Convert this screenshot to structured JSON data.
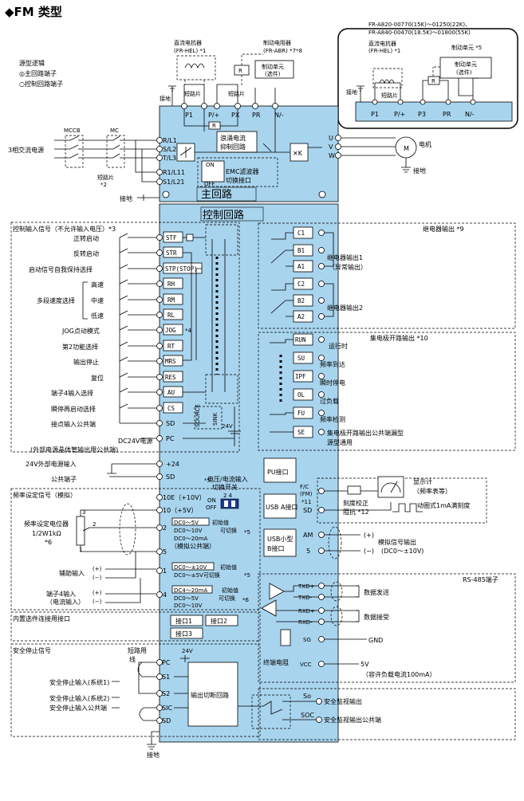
{
  "title": "◆FM 类型",
  "logic": {
    "heading": "源型逻辑",
    "main": "◎主回路端子",
    "control": "○控制回路端子"
  },
  "colors": {
    "body": "#a8d4ee",
    "line": "#000000",
    "dashed": "#555555"
  },
  "inset": {
    "line1": "FR-A820-00770(15K)～01250(22K)、",
    "line2": "FR-A840-00470(18.5K)～01800(55K)",
    "dcreactor": "直流电抗器",
    "dcreactor_code": "(FR-HEL) *1",
    "brake_unit": "制动单元 *5",
    "brake_unit_box": "制动单元\n(选件)",
    "shorting": "短路片",
    "ground": "接地",
    "terminals": [
      "P1",
      "P/+",
      "P3",
      "PR",
      "N/-"
    ]
  },
  "main": {
    "dcreactor": "直流电抗器",
    "dcreactor_code": "(FR-HEL) *1",
    "brake_resistor": "制动电阻器",
    "brake_resistor_code": "(FR-ABR) *7*8",
    "brake_unit_line1": "制动单元",
    "brake_unit_line2": "(选件)",
    "short1": "短路片",
    "short2": "短路片",
    "ground": "接地",
    "top_terminals": [
      "P1",
      "P/+",
      "PX",
      "PR",
      "N/-"
    ],
    "mccb": "MCCB",
    "mc": "MC",
    "power": "3相交流电源",
    "inputs": [
      "R/L1",
      "S/L2",
      "T/L3"
    ],
    "ctrl_power": [
      "R1/L11",
      "S1/L21"
    ],
    "short_note": "短路片",
    "short_note_code": "*2",
    "inrush": "浪涌电流",
    "inrush2": "抑制回路",
    "emc_on": "ON",
    "emc_off": "OFF",
    "emc1": "EMC滤波器",
    "emc2": "切换接口",
    "section": "主回路",
    "outputs": [
      "U",
      "V",
      "W"
    ],
    "motor": "电机",
    "motor_symbol": "M",
    "motor_ground": "接地"
  },
  "control": {
    "section": "控制回路",
    "input_heading": "控制输入信号（不允许输入电压）*3",
    "labels": [
      "正转启动",
      "反转启动",
      "启动信号自我保持选择",
      "高速",
      "中速",
      "低速",
      "JOG点动模式",
      "第2功能选择",
      "输出停止",
      "复位",
      "端子4输入选择",
      "瞬停再启动选择",
      "接点输入公共端"
    ],
    "multi_speed": "多段速度选择",
    "terminals": [
      "STF",
      "STR",
      "STP(STOP)",
      "RH",
      "RM",
      "RL",
      "JOG",
      "RT",
      "MRS",
      "RES",
      "AU",
      "CS"
    ],
    "jog_note": "*4",
    "sd": "SD",
    "pc": "PC",
    "source": "SOURCE",
    "sink": "SINK",
    "v24": "24V",
    "dc24_1": "DC24V电源",
    "dc24_2": "(外部电源晶体管输出用公共端)",
    "ext24": "24V外部电源输入",
    "ext24_term": "+24",
    "common": "公共端子",
    "common_term": "SD",
    "switch1": "电压/电流输入",
    "switch2": "切换开关",
    "switch_on": "ON",
    "switch_off": "OFF",
    "switch_nums": "2  4",
    "switch_note": "*5",
    "freq_heading": "频率设定信号（模拟）",
    "pot1": "频率设定电位器",
    "pot2": "1/2W1kΩ",
    "pot_note": "*6",
    "pot_nums": [
      "3",
      "2",
      "1"
    ],
    "t10e": "10E（+10V）",
    "t10": "10（+5V）",
    "t2_1": "DC0～5V",
    "t2_init": "初始值",
    "t2_2": "DC0～10V",
    "t2_sw": "可切换",
    "t2_3": "DC0～20mA",
    "t2_note": "*5",
    "t5": "（模拟公共端）",
    "aux": "辅助输入",
    "t1_1": "DC0～±10V",
    "t1_init": "初始值",
    "t1_2": "DC0～±5V可切换",
    "t1_note": "*5",
    "t4in1": "端子4输入",
    "t4in2": "（电流输入）",
    "t4_1": "DC4～20mA",
    "t4_init": "初始值",
    "t4_2": "DC0～5V",
    "t4_sw": "可切换",
    "t4_3": "DC0～10V",
    "t4_note": "*6",
    "analog_terms": [
      "2",
      "5",
      "1",
      "4"
    ],
    "option_heading": "内置选件连接用接口",
    "ports": [
      "接口1",
      "接口2",
      "接口3"
    ],
    "safety_heading": "安全停止信号",
    "short_wire1": "短路用",
    "short_wire2": "线",
    "safety_labels": [
      "安全停止输入(系统1)",
      "安全停止输入(系统2)",
      "安全停止输入公共端"
    ],
    "safety_terms": [
      "PC",
      "S1",
      "S2",
      "SIC",
      "SD"
    ],
    "cutoff": "输出切断回路",
    "so": "So",
    "soc": "SOC",
    "so_label": "安全监视输出",
    "soc_label": "安全监视输出公共端",
    "pu": "PU接口",
    "usba": "USB A接口",
    "usbb1": "USB小型",
    "usbb2": "B接口",
    "relay_heading": "继电器输出 *9",
    "relay_terms": [
      "C1",
      "B1",
      "A1",
      "C2",
      "B2",
      "A2"
    ],
    "relay1": "继电器输出1",
    "relay1b": "（异常输出）",
    "relay2": "继电器输出2",
    "oc_heading": "集电极开路输出 *10",
    "oc_terms": [
      "RUN",
      "SU",
      "IPF",
      "OL",
      "FU",
      "SE"
    ],
    "oc_labels": [
      "运行时",
      "频率到达",
      "瞬时停电",
      "过负载",
      "频率检测"
    ],
    "se1": "集电极开路输出公共端漏型",
    "se2": "源型通用",
    "fm_term1": "F/C",
    "fm_term2": "(FM)",
    "fm_note": "*11",
    "fm_sd": "SD",
    "meter1": "显示计",
    "meter2": "（频率表等）",
    "meter3": "动圈式1mA满刻度",
    "calib1": "刻度校正",
    "calib2": "阻抗 *12",
    "am": "AM",
    "am5": "5",
    "am_label1": "模拟信号输出",
    "am_label2": "(DC0～±10V)",
    "plus": "(+)",
    "minus": "(−)",
    "rs485": "RS-485端子",
    "rs_terms": [
      "TXD+",
      "TXD-",
      "RXD+",
      "RXD-",
      "SG",
      "VCC"
    ],
    "send": "数据发送",
    "recv": "数据接受",
    "gnd": "GND",
    "term_res": "终端电阻",
    "v5": "5V",
    "v5_note": "（容许负载电流100mA）",
    "ground": "接地"
  }
}
